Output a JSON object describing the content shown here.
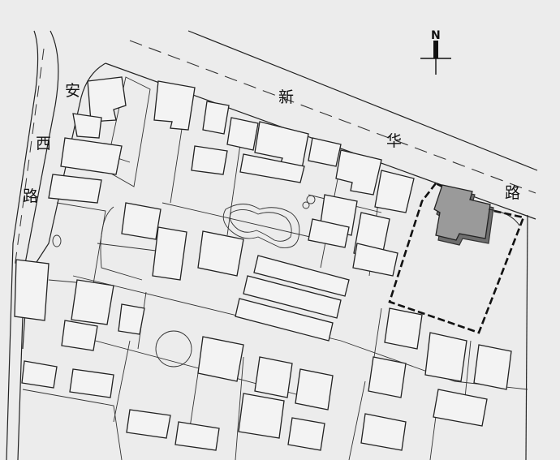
{
  "map": {
    "roads": {
      "xinhua_road": {
        "chars": [
          "新",
          "华",
          "路"
        ]
      },
      "anxi_road": {
        "chars": [
          "安",
          "西",
          "路"
        ]
      }
    },
    "compass": {
      "label": "N"
    },
    "colors": {
      "background": "#ececec",
      "line": "#222222",
      "highlight_fill": "#9a9a9a",
      "highlight_shadow": "#6e6e6e"
    }
  }
}
